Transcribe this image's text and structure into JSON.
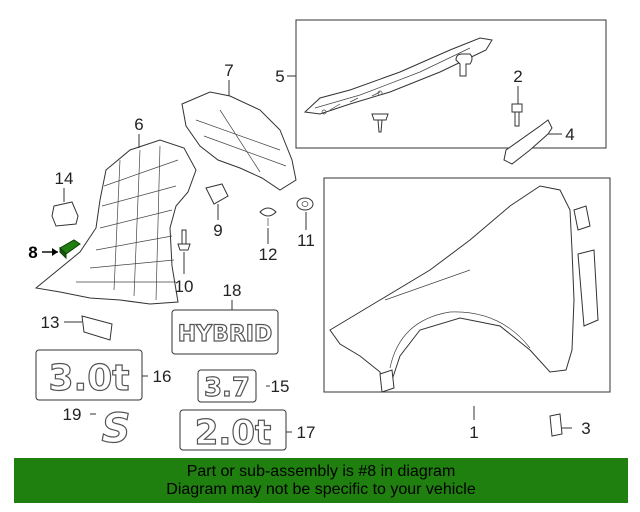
{
  "callouts": {
    "c1": "1",
    "c2": "2",
    "c3": "3",
    "c4": "4",
    "c5": "5",
    "c6": "6",
    "c7": "7",
    "c8": "8",
    "c9": "9",
    "c10": "10",
    "c11": "11",
    "c12": "12",
    "c13": "13",
    "c14": "14",
    "c15": "15",
    "c16": "16",
    "c17": "17",
    "c18": "18",
    "c19": "19"
  },
  "emblems": {
    "hybrid": "HYBRID",
    "e30t": "3.0t",
    "e37": "3.7",
    "e20t": "2.0t",
    "s": "S"
  },
  "highlight": {
    "color": "#1f7f0f",
    "part": "8"
  },
  "banner": {
    "line1": "Part or sub-assembly is #8 in diagram",
    "line2": "Diagram may not be specific to your vehicle"
  }
}
